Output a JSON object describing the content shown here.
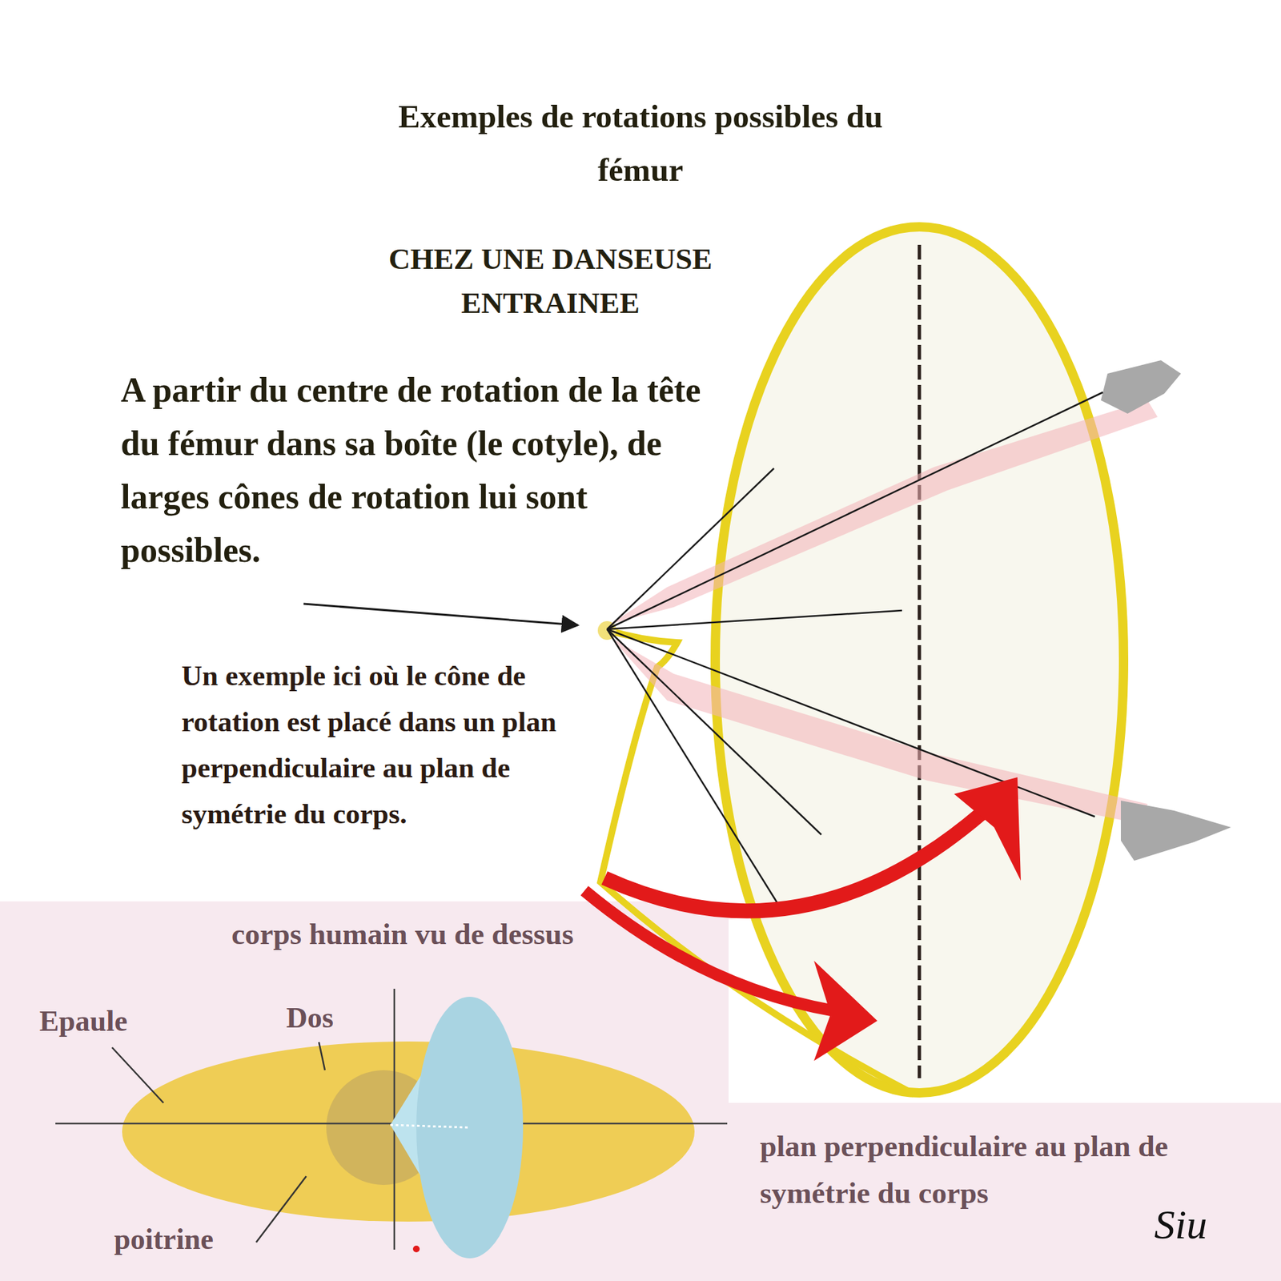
{
  "diagram": {
    "title": "Exemples de rotations possibles du fémur",
    "labels": [
      "CHEZ UNE DANSEUSE ENTRAINEE",
      "A partir du centre de rotation de la tête du fémur dans sa boîte (le cotyle), de larges cônes de rotation lui sont possibles.",
      "Un exemple ici où le cône de rotation est placé dans un plan perpendiculaire au plan de symétrie du corps.",
      "corps humain vu de dessus",
      "Epaule",
      "Dos",
      "poitrine",
      "plan perpendiculaire au plan de symétrie du corps",
      "Siu"
    ]
  }
}
